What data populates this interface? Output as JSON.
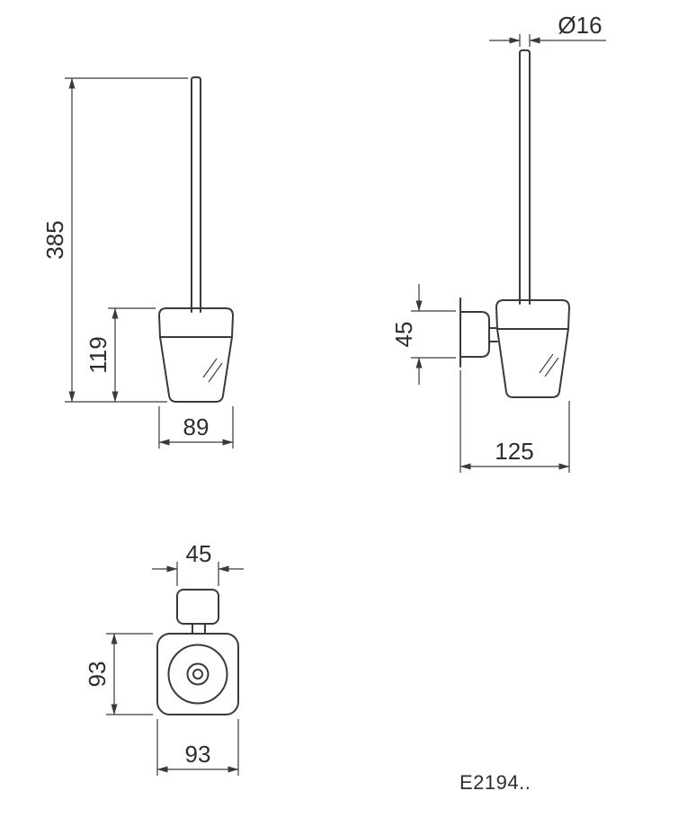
{
  "drawing": {
    "product_code": "E2194..",
    "front_view": {
      "total_height": "385",
      "holder_height": "119",
      "holder_width": "89"
    },
    "side_view": {
      "handle_diameter": "Ø16",
      "bracket_height": "45",
      "total_depth": "125"
    },
    "top_view": {
      "bracket_width": "45",
      "body_depth": "93",
      "body_width": "93"
    }
  }
}
